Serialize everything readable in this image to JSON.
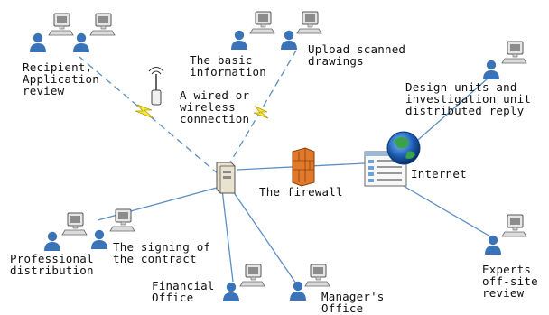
{
  "colors": {
    "link": "#5b8fc4",
    "person": "#3a73b8",
    "monitor": "#d9d9d9",
    "firewall": "#e07a2a",
    "lightning": "#f4e83a"
  },
  "labels": {
    "recipient": "Recipient,\nApplication\nreview",
    "basic_info": "The basic\ninformation",
    "upload": "Upload scanned\ndrawings",
    "wireless": "A wired or\nwireless\nconnection",
    "design_units": "Design units and\ninvestigation unit\ndistributed reply",
    "internet": "Internet",
    "firewall": "The firewall",
    "professional": "Professional\ndistribution",
    "signing": "The signing of\nthe contract",
    "financial": "Financial\nOffice",
    "manager": "Manager's\nOffice",
    "experts": "Experts\noff-site\nreview"
  }
}
